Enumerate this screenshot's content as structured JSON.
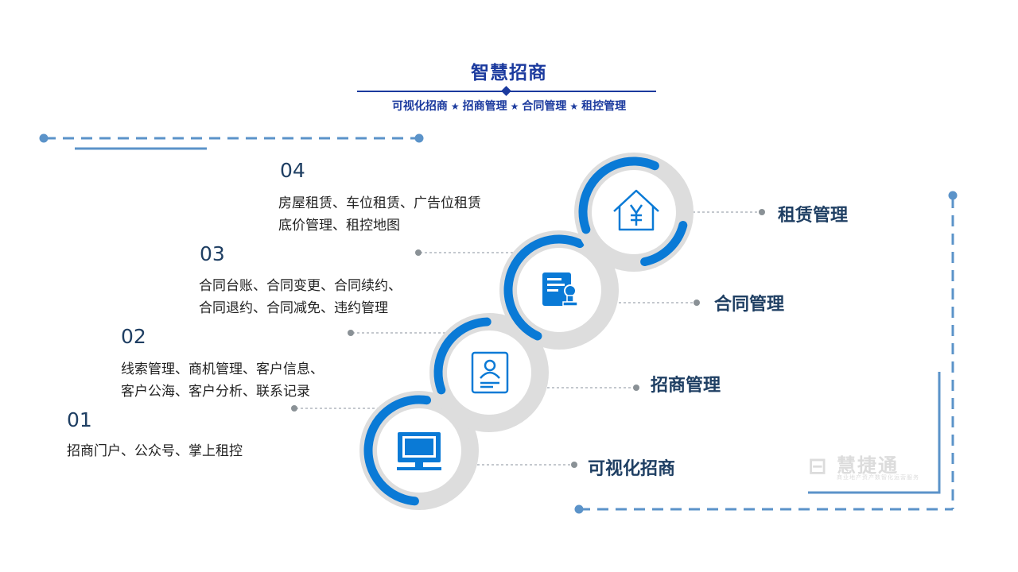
{
  "header": {
    "title": "智慧招商",
    "subtitle_items": [
      "可视化招商",
      "招商管理",
      "合同管理",
      "租控管理"
    ]
  },
  "steps": [
    {
      "number": "01",
      "desc": [
        "招商门户、公众号、掌上租控"
      ],
      "label": "可视化招商",
      "icon": "monitor-icon"
    },
    {
      "number": "02",
      "desc": [
        "线索管理、商机管理、客户信息、",
        "客户公海、客户分析、联系记录"
      ],
      "label": "招商管理",
      "icon": "id-card-icon"
    },
    {
      "number": "03",
      "desc": [
        "合同台账、合同变更、合同续约、",
        "合同退约、合同减免、违约管理"
      ],
      "label": "合同管理",
      "icon": "contract-seal-icon"
    },
    {
      "number": "04",
      "desc": [
        "房屋租赁、车位租赁、广告位租赁",
        "底价管理、租控地图"
      ],
      "label": "租赁管理",
      "icon": "house-yen-icon"
    }
  ],
  "watermark": {
    "name": "慧捷通",
    "tagline": "商业地产资产数智化运营服务"
  },
  "colors": {
    "accent": "#1b3a9e",
    "ring_blue": "#0a7ad6",
    "ring_grey": "#dddddd",
    "dash_blue": "#5b93c9",
    "text_dark": "#1f3f63"
  }
}
